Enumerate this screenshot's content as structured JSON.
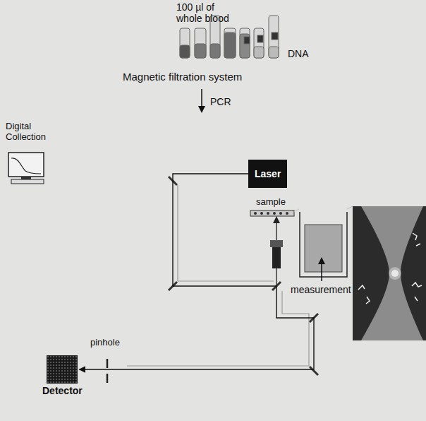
{
  "diagram": {
    "nodes": [
      {
        "text": [
          "Laser"
        ]
      },
      {
        "text": [
          "Detector"
        ]
      }
    ],
    "edges": [
      {
        "from": 0,
        "to": 1,
        "arrow": "to"
      }
    ],
    "labels": [
      "100 µl of whole blood",
      "DNA",
      "Magnetic filtration system",
      "PCR",
      "Digital Collection",
      "sample",
      "measurement",
      "pinhole"
    ]
  }
}
